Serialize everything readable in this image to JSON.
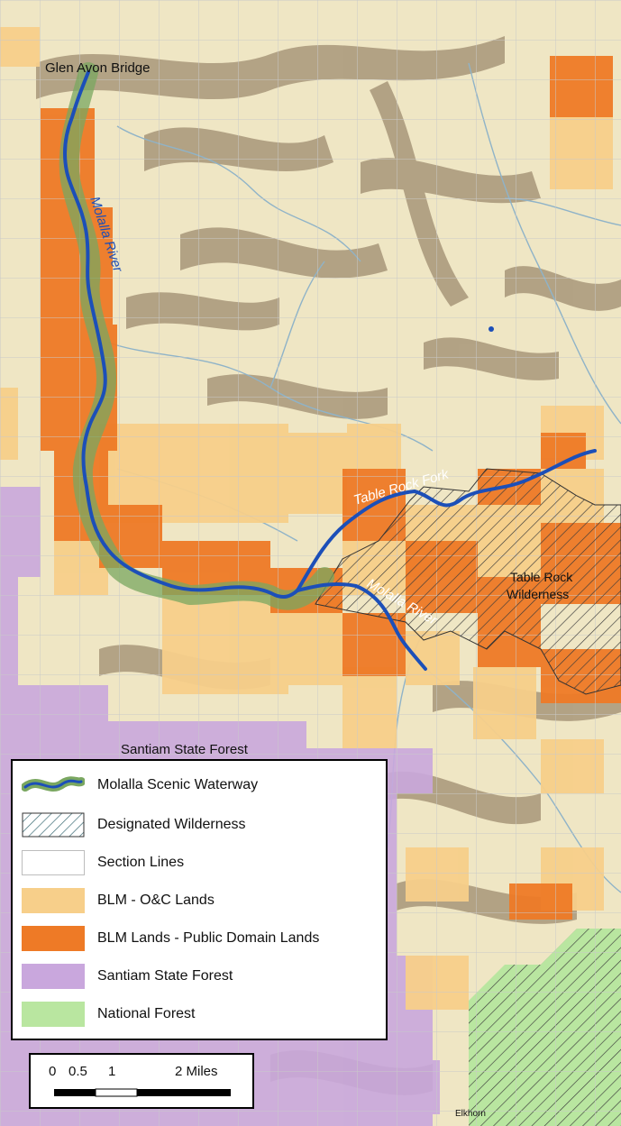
{
  "map": {
    "labels": {
      "glen_avon_bridge": "Glen Avon Bridge",
      "molalla_river_upper": "Molalla River",
      "table_rock_fork": "Table Rock Fork",
      "molalla_river_lower": "Molalla River",
      "table_rock_wilderness_line1": "Table Rock",
      "table_rock_wilderness_line2": "Wilderness",
      "santiam_state_forest": "Santiam State Forest",
      "elkhorn": "Elkhorn"
    },
    "colors": {
      "terrain_light": "#efe6c4",
      "terrain_shadow": "#a8977a",
      "stream": "#8fb3c8",
      "section_lines": "#c9c9c9",
      "river": "#1c4fb8",
      "scenic_buffer": "#7aa760",
      "oc_lands": "#f7cf8a",
      "public_domain": "#ee7a26",
      "state_forest": "#c9a7dd",
      "national_forest": "#b9e6a0",
      "wilderness_hatch": "#3a3a3a"
    }
  },
  "legend": {
    "items": [
      {
        "label": "Molalla Scenic Waterway",
        "icon": "scenic-waterway-swatch"
      },
      {
        "label": "Designated Wilderness",
        "icon": "wilderness-hatch-swatch"
      },
      {
        "label": "Section Lines",
        "icon": "section-lines-swatch"
      },
      {
        "label": "BLM - O&C Lands",
        "icon": "oc-lands-swatch"
      },
      {
        "label": "BLM Lands - Public Domain Lands",
        "icon": "public-domain-swatch"
      },
      {
        "label": "Santiam State Forest",
        "icon": "state-forest-swatch"
      },
      {
        "label": "National Forest",
        "icon": "national-forest-swatch"
      }
    ]
  },
  "scale": {
    "ticks": [
      "0",
      "0.5",
      "1",
      "2 Miles"
    ]
  }
}
